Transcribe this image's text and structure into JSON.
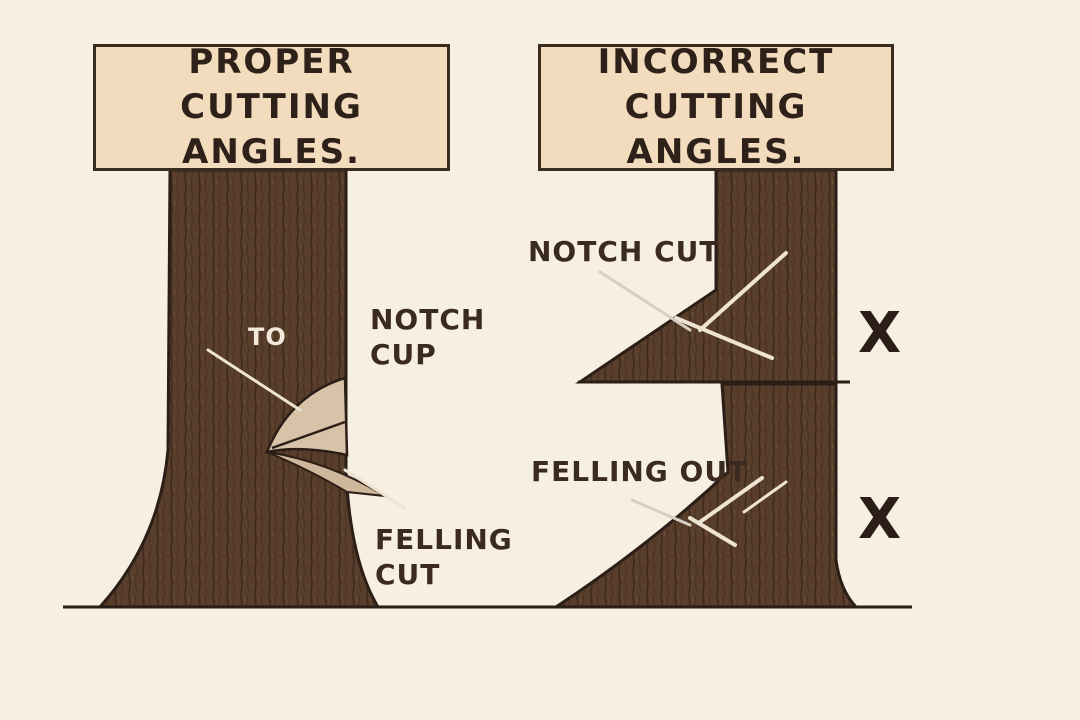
{
  "panels": {
    "left_title": "PROPER\nCUTTING ANGLES.",
    "right_title": "INCORRECT\nCUTTING ANGLES."
  },
  "labels": {
    "to": "TO",
    "notch_cup": "NOTCH\nCUP",
    "felling_cut": "FELLING\nCUT",
    "notch_cut": "NOTCH CUT",
    "felling_out": "FELLING OUT"
  },
  "marks": {
    "incorrect_top": "X",
    "incorrect_bottom": "X"
  },
  "colors": {
    "background": "#f6efe2",
    "sign": "#f2dcbd",
    "bark": "#5a3e2c",
    "bark_dark": "#3e2a1d",
    "wedge": "#d9c3a8",
    "ink": "#2e2119"
  }
}
